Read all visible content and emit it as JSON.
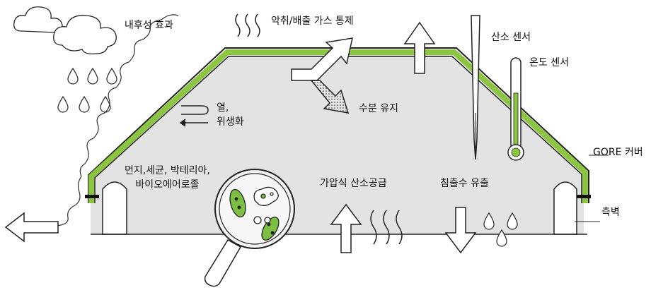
{
  "labels": {
    "greenhouse_effect": "내후성 효과",
    "odor_gas_control": "악취/배출 가스 통제",
    "oxygen_sensor": "산소 센서",
    "temperature_sensor": "온도 센서",
    "moisture_retention": "수분 유지",
    "heat_line1": "열,",
    "heat_line2": "위생화",
    "gore_cover": "GORE 커버",
    "dust_line1": "먼지,세균, 박테리아,",
    "dust_line2": "바이오에어로졸",
    "pressurized_oxygen": "가압식 산소공급",
    "leachate_drainage": "침출수 유출",
    "side_wall": "측벽"
  },
  "colors": {
    "cover_green": "#8cc540",
    "interior_gray": "#e3e3e3",
    "line": "#222222",
    "bacteria_green": "#7cbf42"
  }
}
